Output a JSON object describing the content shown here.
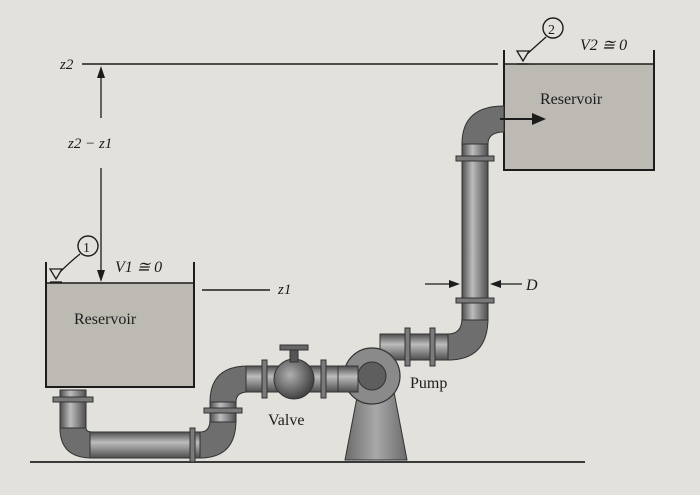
{
  "labels": {
    "z2": "z2",
    "z2_minus_z1": "z2 − z1",
    "z1": "z1",
    "point1": "1",
    "point2": "2",
    "v1": "V1 ≅ 0",
    "v2": "V2 ≅ 0",
    "reservoir_left": "Reservoir",
    "reservoir_right": "Reservoir",
    "valve": "Valve",
    "pump": "Pump",
    "diameter": "D"
  },
  "colors": {
    "background": "#e3e1dc",
    "water": "#bcbab3",
    "pipe_dark": "#5d5d5d",
    "pipe_light": "#b8b8b8",
    "line": "#1c1c1c"
  }
}
